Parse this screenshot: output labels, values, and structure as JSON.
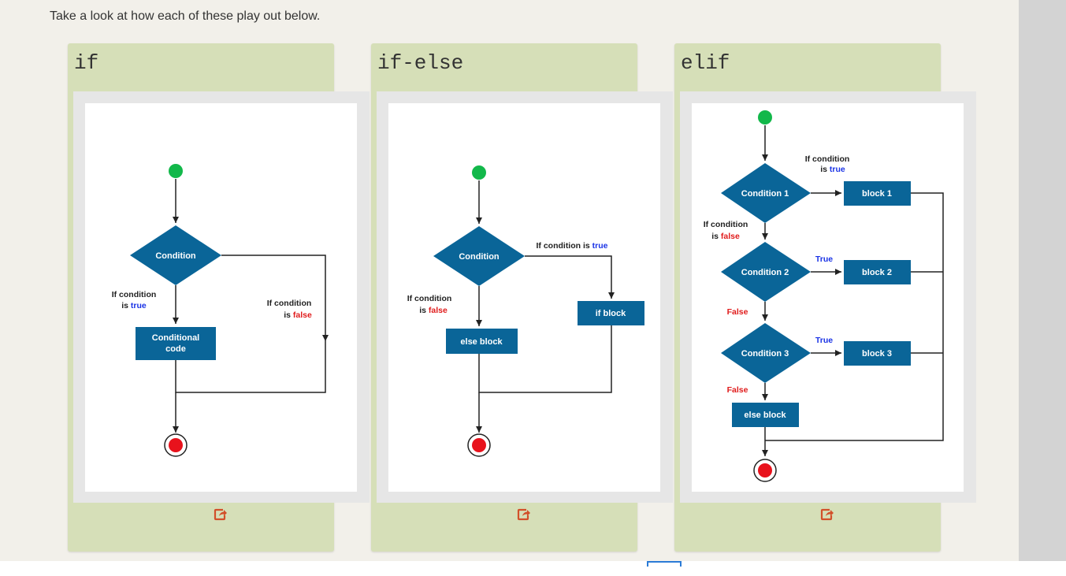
{
  "intro_text": "Take a look at how each of these play out below.",
  "colors": {
    "box": "#0a6598",
    "start": "#12b84a",
    "end": "#e8121c",
    "true_label": "#1a33e6",
    "false_label": "#e01b1b",
    "share_icon": "#d2502a"
  },
  "cards": [
    {
      "title": "if",
      "diagram": {
        "condition": "Condition",
        "true_line1": "If condition",
        "true_line2_prefix": "is",
        "true_word": "true",
        "false_line1": "If condition",
        "false_line2_prefix": "is",
        "false_word": "false",
        "code_line1": "Conditional",
        "code_line2": "code"
      }
    },
    {
      "title": "if-else",
      "diagram": {
        "condition": "Condition",
        "true_prefix": "If condition is",
        "true_word": "true",
        "false_line1": "If condition",
        "false_line2_prefix": "is",
        "false_word": "false",
        "if_block": "if block",
        "else_block": "else block"
      }
    },
    {
      "title": "elif",
      "diagram": {
        "condition1": "Condition 1",
        "condition2": "Condition 2",
        "condition3": "Condition 3",
        "block1": "block 1",
        "block2": "block 2",
        "block3": "block 3",
        "else_block": "else block",
        "true1_line1": "If condition",
        "true1_line2_prefix": "is",
        "true1_word": "true",
        "false1_line1": "If condition",
        "false1_line2_prefix": "is",
        "false1_word": "false",
        "true2": "True",
        "true3": "True",
        "false2": "False",
        "false3": "False"
      }
    }
  ]
}
